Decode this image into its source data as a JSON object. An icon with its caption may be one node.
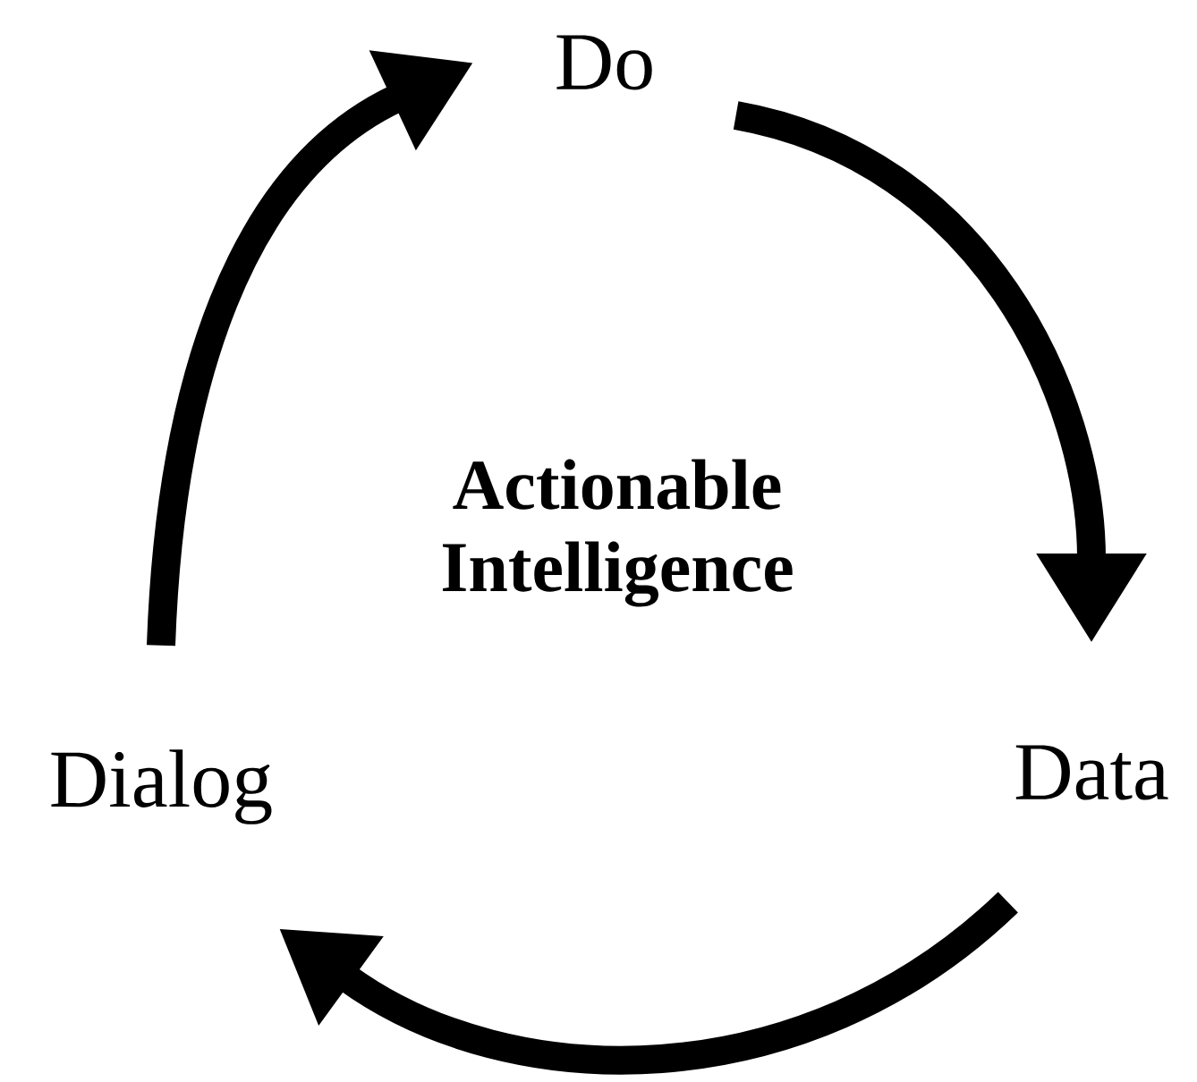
{
  "diagram": {
    "nodes": [
      {
        "text": [
          "Do"
        ]
      },
      {
        "text": [
          "Data"
        ]
      },
      {
        "text": [
          "Dialog"
        ]
      }
    ],
    "edges": [
      {
        "from": 0,
        "to": 1,
        "arrow": "to"
      },
      {
        "from": 1,
        "to": 2,
        "arrow": "to"
      },
      {
        "from": 2,
        "to": 0,
        "arrow": "to"
      }
    ],
    "labels": [
      "Actionable Intelligence"
    ]
  }
}
